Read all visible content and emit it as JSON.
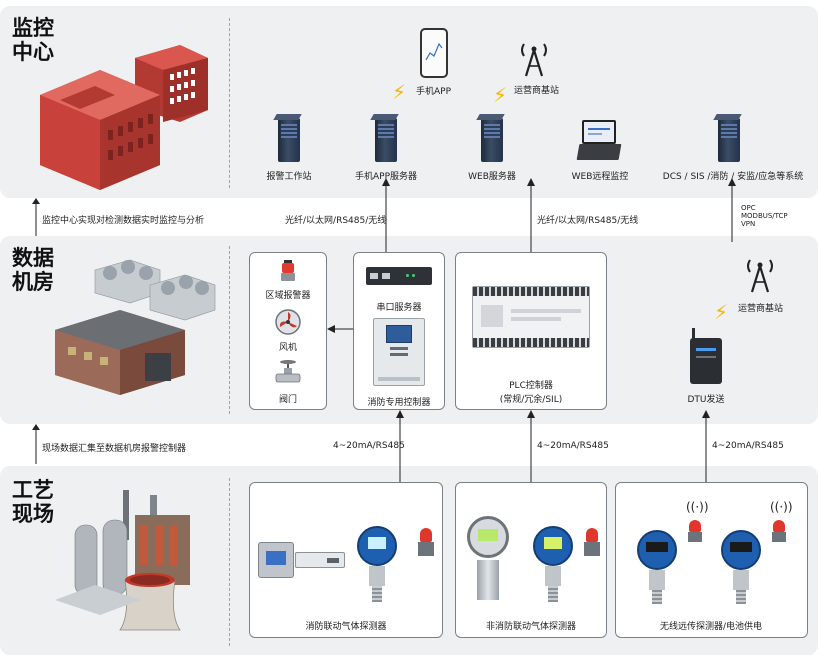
{
  "zones": {
    "monitor": "监控\n中心",
    "datacenter": "数据\n机房",
    "field": "工艺\n现场"
  },
  "left_flow": {
    "upper": "监控中心实现对检测数据实时监控与分析",
    "lower": "现场数据汇集至数据机房报警控制器"
  },
  "monitor_center": {
    "phone_app": "手机APP",
    "carrier_station": "运营商基站",
    "alarm_workstation": "报警工作站",
    "app_server": "手机APP服务器",
    "web_server": "WEB服务器",
    "web_remote": "WEB远程监控",
    "dcs_systems": "DCS / SIS /消防 / 安监/应急等系统"
  },
  "links": {
    "fiber_1": "光纤/以太网/RS485/无线",
    "fiber_2": "光纤/以太网/RS485/无线",
    "protocol": "OPC\nMODBUS/TCP\nVPN",
    "signal_1": "4~20mA/RS485",
    "signal_2": "4~20mA/RS485",
    "signal_3": "4~20mA/RS485"
  },
  "data_room": {
    "area_alarm": "区域报警器",
    "fan": "风机",
    "valve": "阀门",
    "serial_server": "串口服务器",
    "fire_controller": "消防专用控制器",
    "plc_label": "PLC控制器",
    "plc_sub": "(常规/冗余/SIL)",
    "carrier_station": "运营商基站",
    "dtu": "DTU发送"
  },
  "field_site": {
    "fire_linked": "消防联动气体探测器",
    "non_fire_linked": "非消防联动气体探测器",
    "wireless": "无线远传探测器/电池供电"
  },
  "colors": {
    "band": "#eef0f2",
    "building_red": "#c8413a",
    "detector_blue": "#1f5fb0",
    "bolt": "#f5b800"
  }
}
